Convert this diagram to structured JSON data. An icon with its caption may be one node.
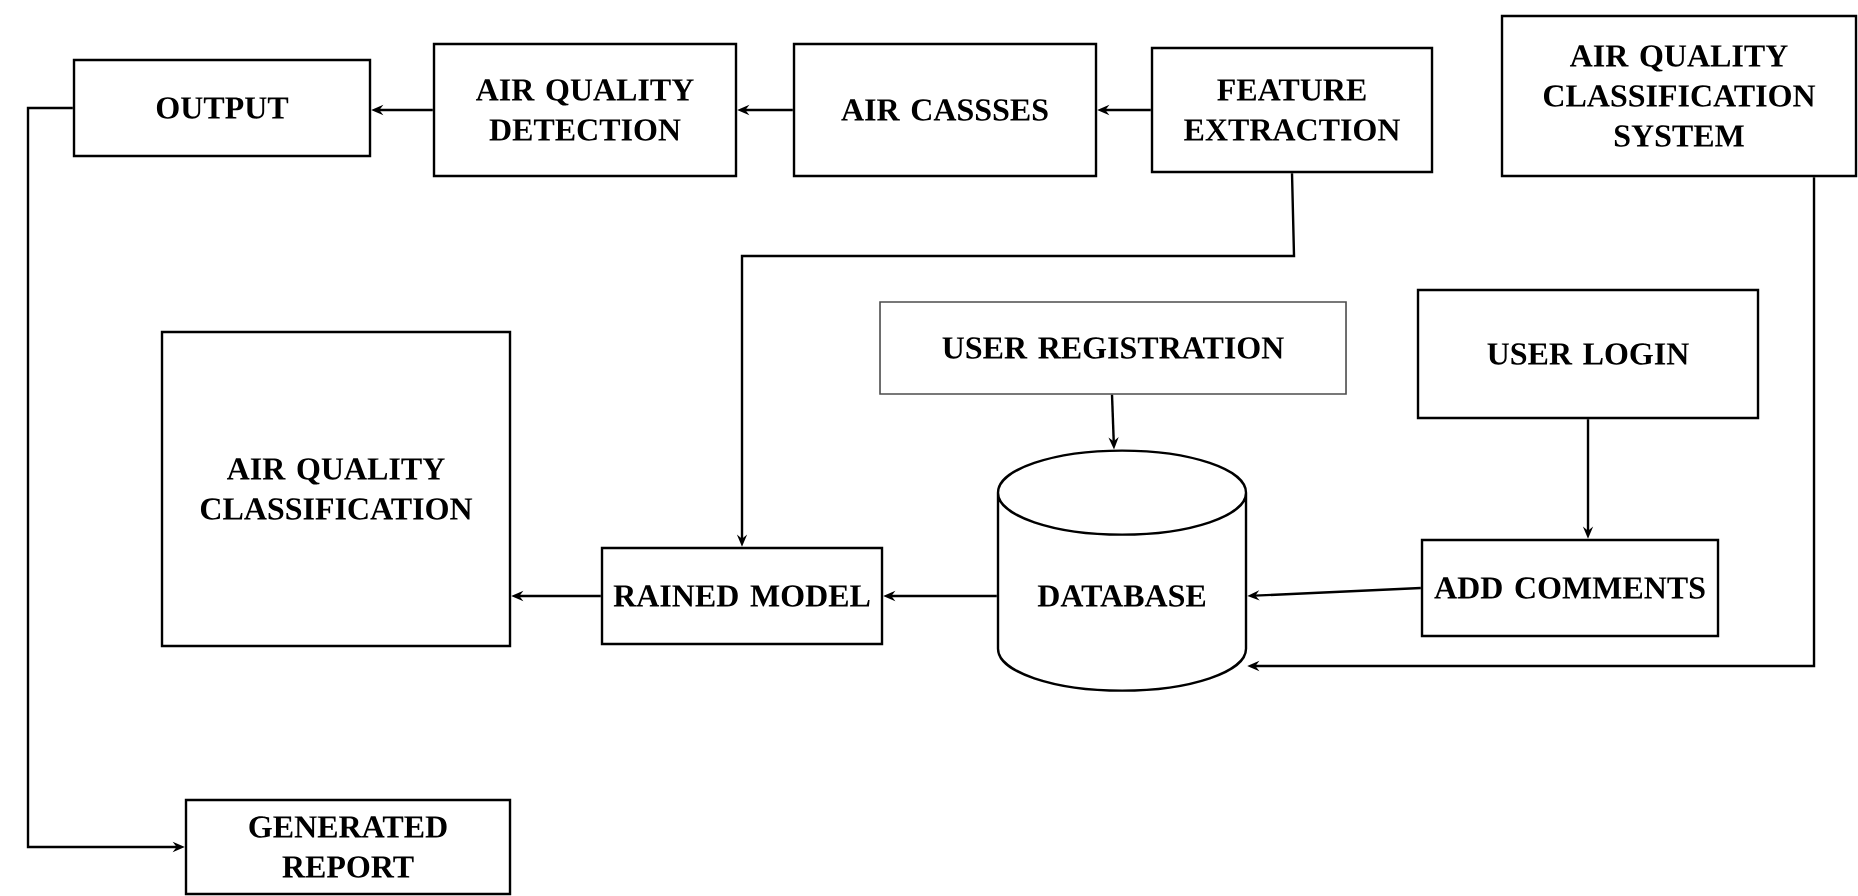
{
  "diagram": {
    "nodes": [
      {
        "text": [
          "OUTPUT"
        ]
      },
      {
        "text": [
          "AIR QUALITY DETECTION"
        ]
      },
      {
        "text": [
          "AIR CASSSES"
        ]
      },
      {
        "text": [
          "FEATURE EXTRACTION"
        ]
      },
      {
        "text": [
          "AIR QUALITY CLASSIFICATION SYSTEM"
        ]
      },
      {
        "text": [
          "USER REGISTRATION"
        ]
      },
      {
        "text": [
          "USER LOGIN"
        ]
      },
      {
        "text": [
          "AIR QUALITY CLASSIFICATION"
        ]
      },
      {
        "text": [
          "RAINED MODEL"
        ]
      },
      {
        "text": [
          "DATABASE"
        ]
      },
      {
        "text": [
          "ADD COMMENTS"
        ]
      },
      {
        "text": [
          "GENERATED REPORT"
        ]
      }
    ],
    "edges": [
      {
        "from": 3,
        "to": 2,
        "arrow": "to"
      },
      {
        "from": 2,
        "to": 1,
        "arrow": "to"
      },
      {
        "from": 1,
        "to": 0,
        "arrow": "to"
      },
      {
        "from": 0,
        "to": 11,
        "arrow": "to"
      },
      {
        "from": 3,
        "to": 8,
        "arrow": "to"
      },
      {
        "from": 5,
        "to": 9,
        "arrow": "to"
      },
      {
        "from": 6,
        "to": 10,
        "arrow": "to"
      },
      {
        "from": 10,
        "to": 9,
        "arrow": "to"
      },
      {
        "from": 4,
        "to": 9,
        "arrow": "to"
      },
      {
        "from": 9,
        "to": 8,
        "arrow": "to"
      },
      {
        "from": 8,
        "to": 7,
        "arrow": "to"
      }
    ]
  }
}
